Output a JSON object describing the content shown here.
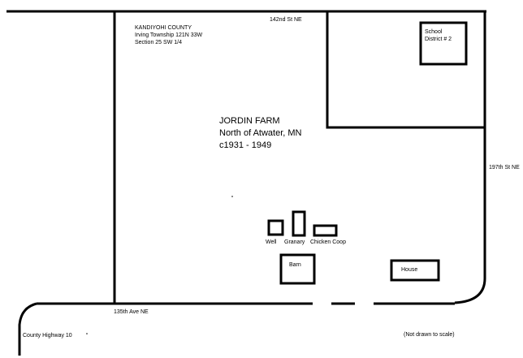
{
  "county_info": {
    "county": "KANDIYOHI COUNTY",
    "township": "Irving Township  121N 33W",
    "section": "Section 25 SW 1/4"
  },
  "title": {
    "line1": "JORDIN FARM",
    "line2": "North of Atwater, MN",
    "line3": "c1931 - 1949"
  },
  "roads": {
    "top": "142nd St NE",
    "right": "197th St NE",
    "bottom": "135th Ave NE",
    "highway": "County Highway 10"
  },
  "buildings": {
    "school": "School District # 2",
    "well": "Well",
    "granary": "Granary",
    "chicken_coop": "Chicken Coop",
    "barn": "Barn",
    "house": "House"
  },
  "note": "(Not drawn to scale)",
  "colors": {
    "ink": "#000000",
    "background": "#ffffff"
  }
}
